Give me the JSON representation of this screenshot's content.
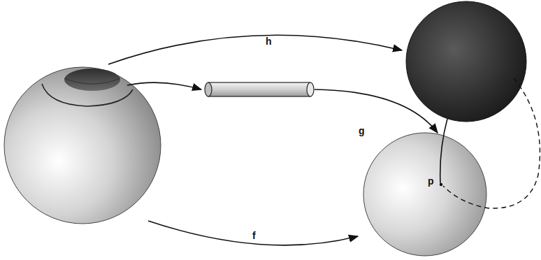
{
  "diagram": {
    "labels": [
      "h",
      "g",
      "f",
      "p"
    ]
  }
}
